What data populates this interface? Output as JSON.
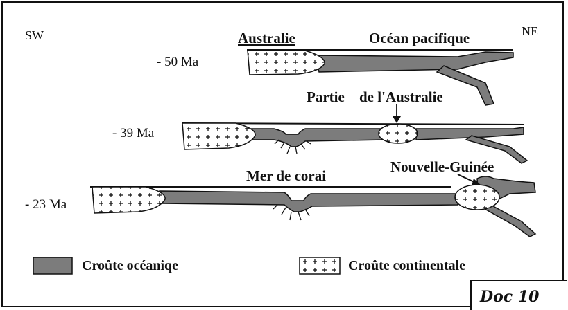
{
  "directions": {
    "west": "SW",
    "east": "NE"
  },
  "stages": [
    {
      "age": "- 50 Ma"
    },
    {
      "age": "- 39 Ma"
    },
    {
      "age": "- 23 Ma"
    }
  ],
  "labels": {
    "australie": "Australie",
    "ocean_pacifique": "Océan pacifique",
    "partie_line1": "Partie",
    "partie_line2": "de l'Australie",
    "mer_de_corai": "Mer de corai",
    "nouvelle_guinee": "Nouvelle-Guinée"
  },
  "legend": {
    "oceanic": "Croûte océaniqe",
    "continental": "Croûte continentale"
  },
  "doc_label": "Doc 10",
  "colors": {
    "oceanic_fill": "#7c7c7c",
    "outline": "#111111",
    "paper": "#ffffff"
  }
}
